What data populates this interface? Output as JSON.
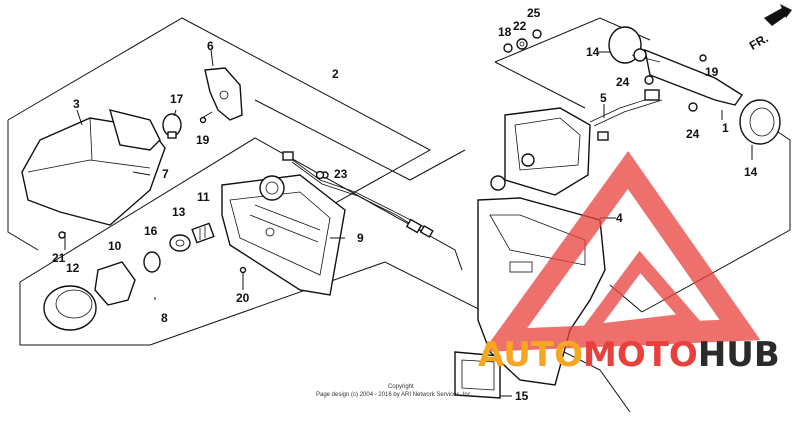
{
  "diagram": {
    "orientation_label": "FR.",
    "callouts": [
      "1",
      "2",
      "3",
      "4",
      "5",
      "6",
      "7",
      "8",
      "9",
      "10",
      "11",
      "12",
      "13",
      "14",
      "14",
      "15",
      "16",
      "17",
      "18",
      "19",
      "19",
      "20",
      "21",
      "22",
      "23",
      "24",
      "24",
      "25"
    ],
    "copyright_line1": "Copyright",
    "copyright_line2": "Page design (c) 2004 - 2016 by ARI Network Services, Inc."
  },
  "watermark": {
    "word_part1": "AUTO",
    "word_part2": "MOTO",
    "word_part3": "HUB",
    "colors": {
      "orange": "#f5a623",
      "red": "#e8413c",
      "dark": "#2b2b2b"
    }
  }
}
